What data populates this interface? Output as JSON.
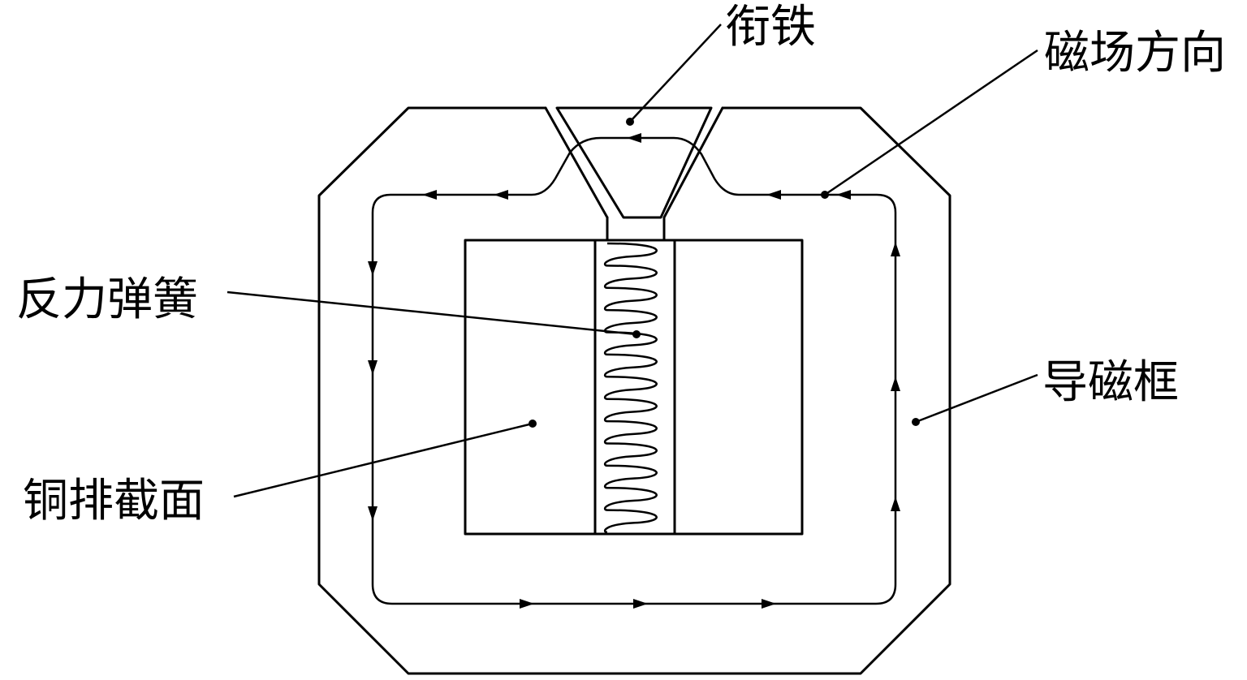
{
  "labels": {
    "armature": "衔铁",
    "flux_direction": "磁场方向",
    "reaction_spring": "反力弹簧",
    "magnetic_frame": "导磁框",
    "busbar_section": "铜排截面"
  }
}
